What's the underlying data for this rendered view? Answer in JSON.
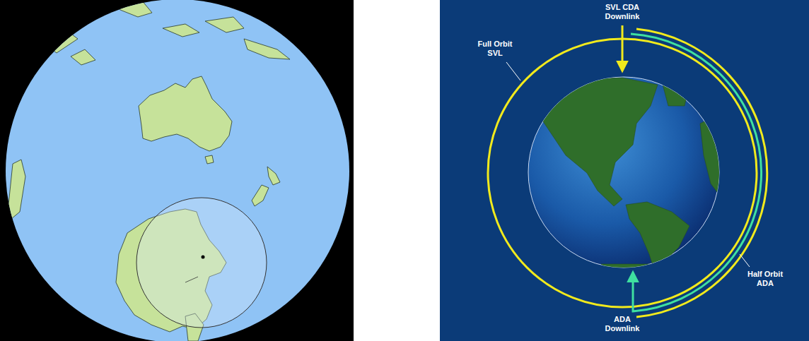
{
  "diagram": {
    "labels": [
      "SVL CDA Downlink",
      "Full Orbit SVL",
      "Half Orbit ADA",
      "ADA Downlink"
    ]
  }
}
